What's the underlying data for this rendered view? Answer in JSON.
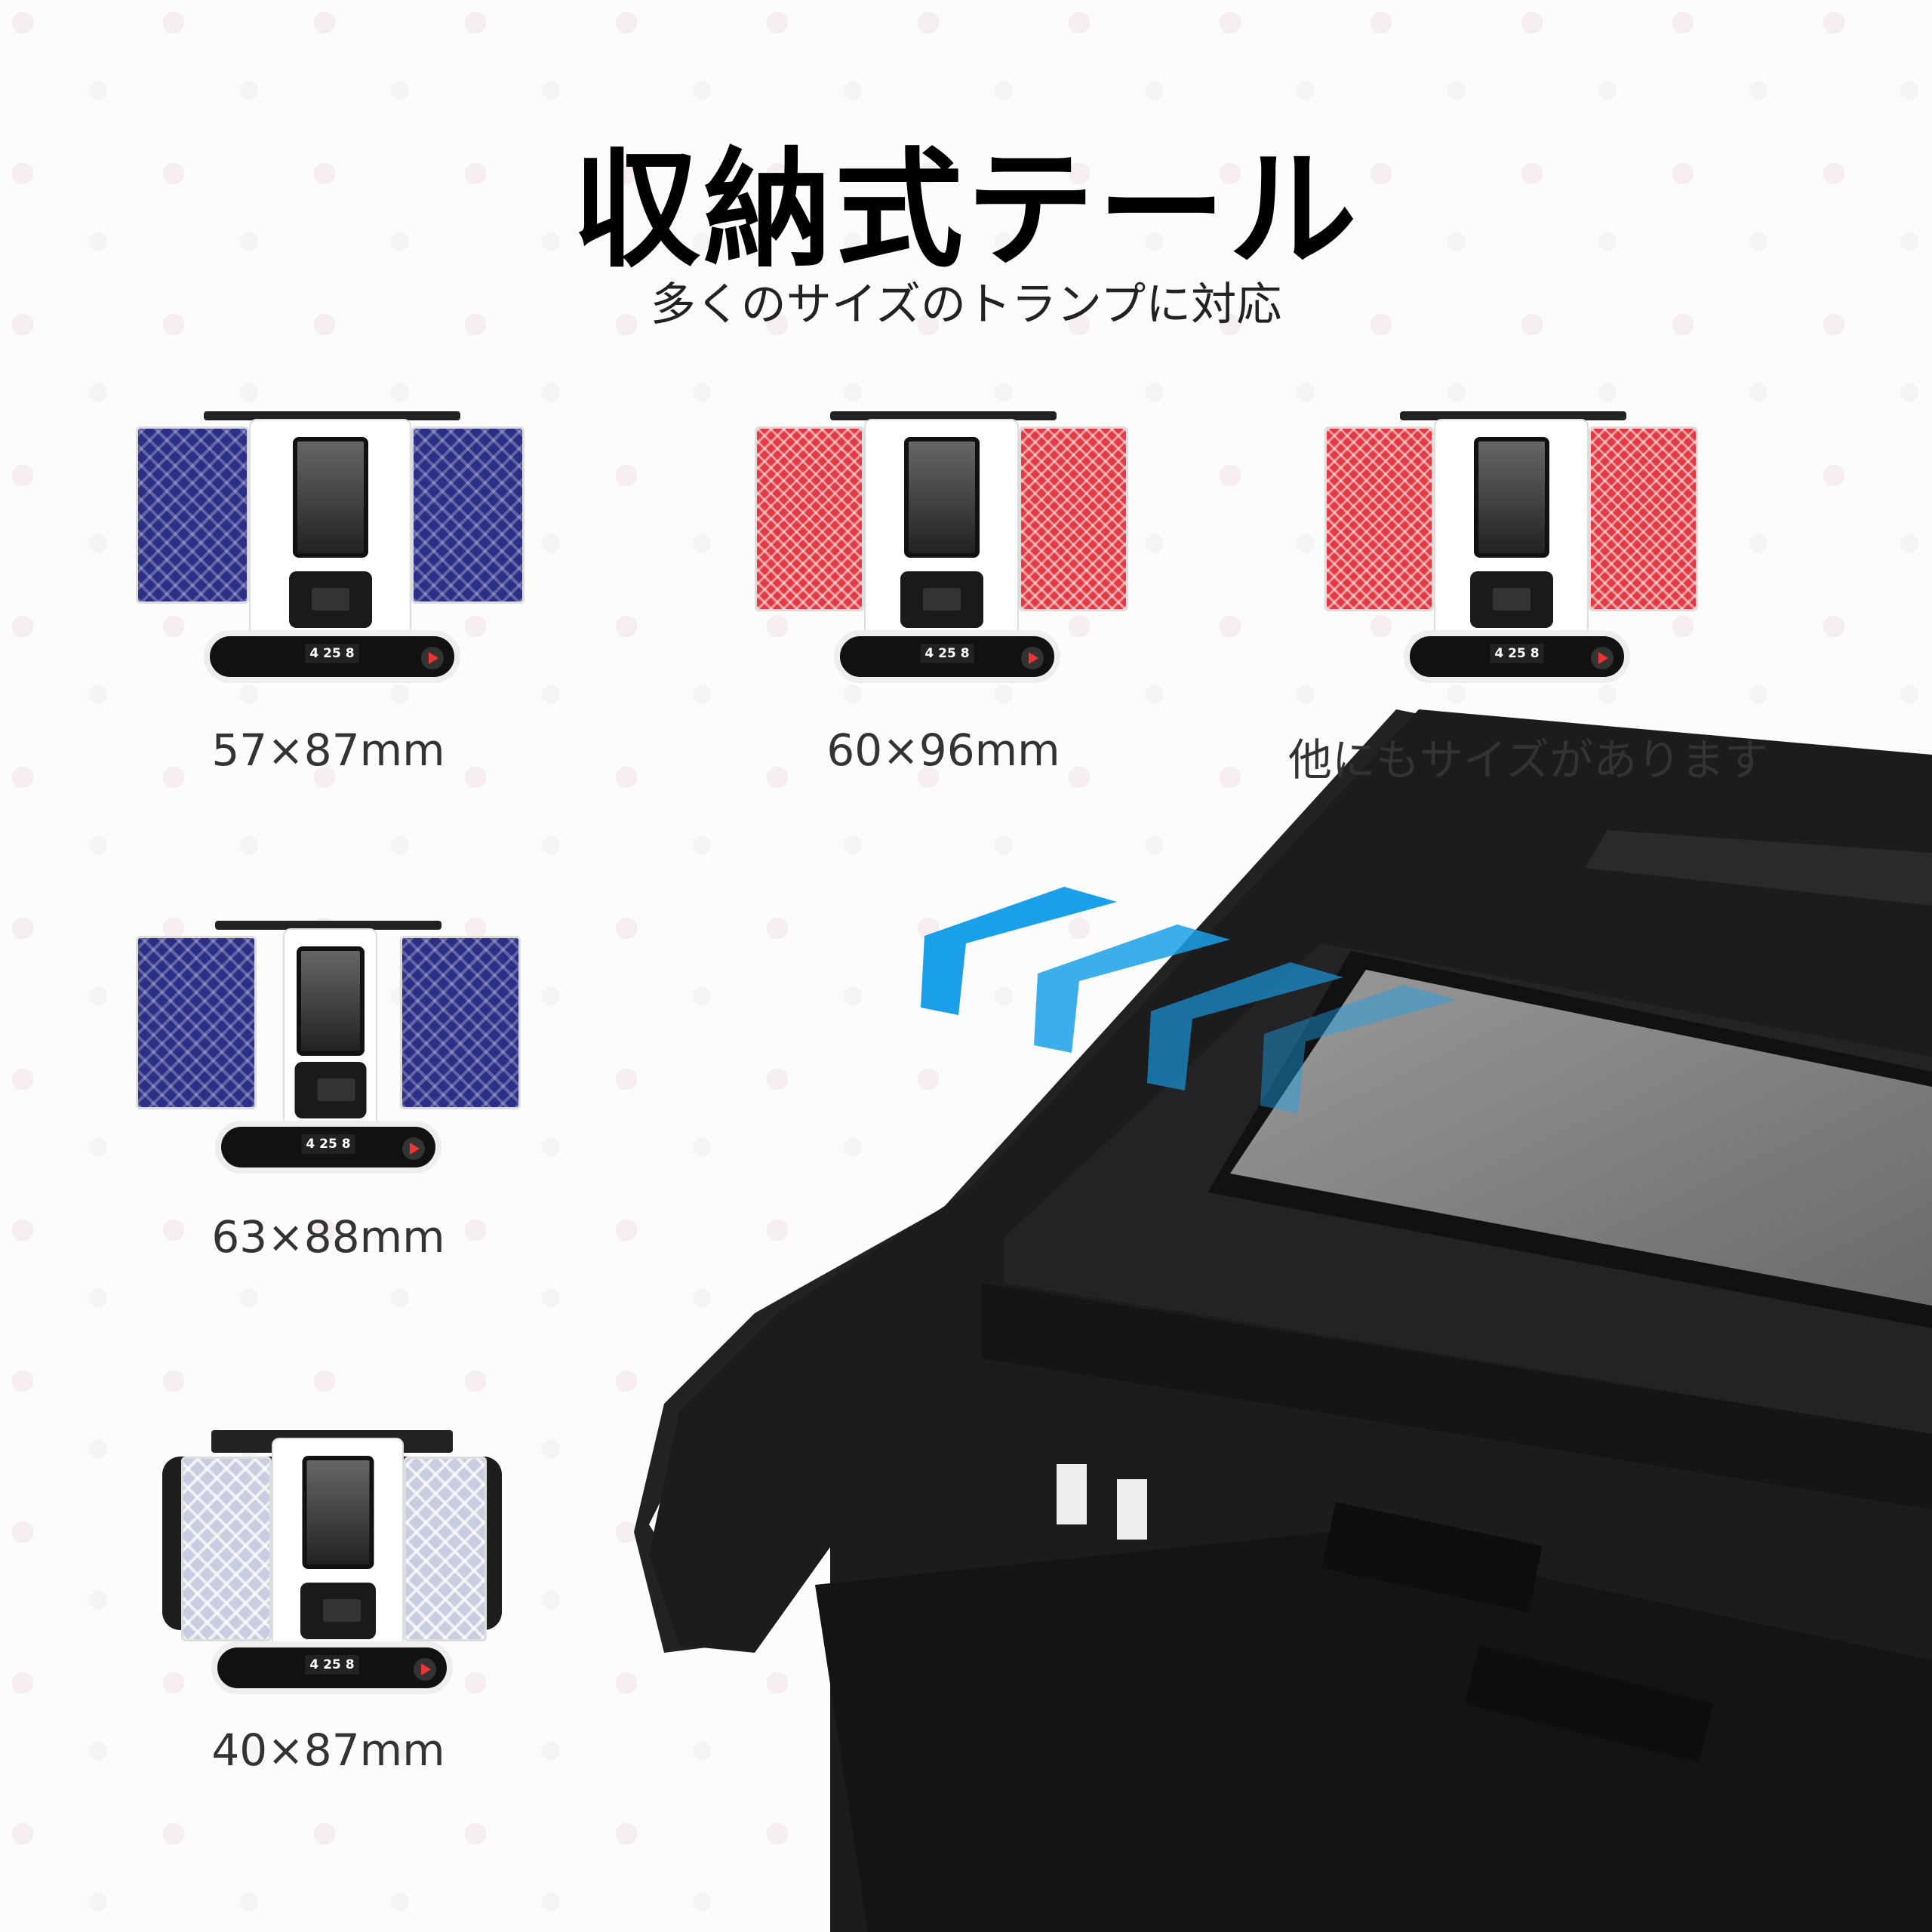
{
  "header": {
    "title": "収納式テール",
    "subtitle": "多くのサイズのトランプに対応"
  },
  "sizes": [
    {
      "label": "57×87mm",
      "card_color": "blue"
    },
    {
      "label": "60×96mm",
      "card_color": "red"
    },
    {
      "label": "他にもサイズがあります",
      "card_color": "red"
    },
    {
      "label": "63×88mm",
      "card_color": "blue"
    },
    {
      "label": "40×87mm",
      "card_color": "grey"
    }
  ],
  "device_display": {
    "players": "4",
    "cards": "25",
    "rounds": "8"
  },
  "colors": {
    "arrow": "#1aa0e8",
    "device": "#1c1c1e",
    "blue_card": "#2c2f86",
    "red_card": "#e33b44"
  },
  "icons": [
    "play-icon",
    "chevron-left-icon"
  ]
}
